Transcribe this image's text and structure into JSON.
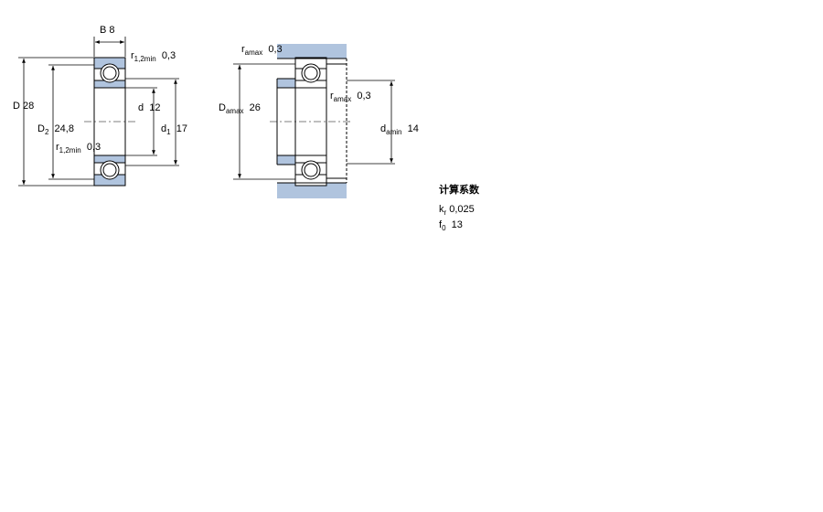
{
  "left_view": {
    "B": {
      "symbol": "B",
      "value": "8"
    },
    "D": {
      "symbol": "D",
      "value": "28"
    },
    "D2": {
      "symbol": "D",
      "sub": "2",
      "value": "24,8"
    },
    "r12_top": {
      "symbol": "r",
      "sub": "1,2min",
      "value": "0,3"
    },
    "r12_bottom": {
      "symbol": "r",
      "sub": "1,2min",
      "value": "0,3"
    },
    "d": {
      "symbol": "d",
      "value": "12"
    },
    "d1": {
      "symbol": "d",
      "sub": "1",
      "value": "17"
    }
  },
  "right_view": {
    "ramax_top": {
      "symbol": "r",
      "sub": "amax",
      "value": "0,3"
    },
    "ramax_mid": {
      "symbol": "r",
      "sub": "amax",
      "value": "0,3"
    },
    "Damax": {
      "symbol": "D",
      "sub": "amax",
      "value": "26"
    },
    "damin": {
      "symbol": "d",
      "sub": "amin",
      "value": "14"
    }
  },
  "calc_factors": {
    "title": "计算系数",
    "kr": {
      "symbol": "k",
      "sub": "r",
      "value": "0,025"
    },
    "f0": {
      "symbol": "f",
      "sub": "0",
      "value": "13"
    }
  },
  "colors": {
    "housing_fill": "#b0c4de",
    "line": "#000000"
  }
}
